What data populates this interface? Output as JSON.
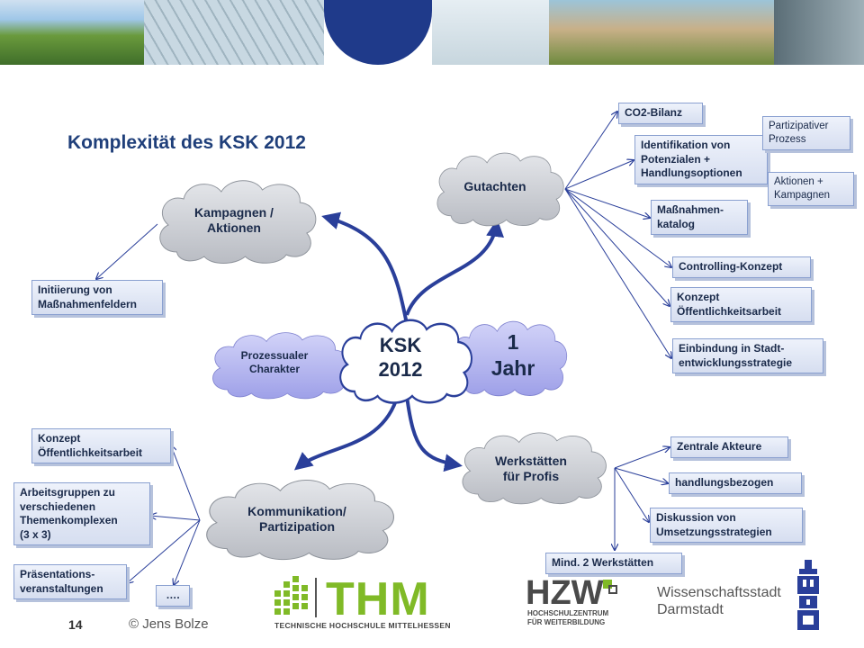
{
  "title": "Komplexität des KSK 2012",
  "center": {
    "main": "KSK\n2012",
    "side": "1\nJahr",
    "left": "Prozessualer\nCharakter"
  },
  "branches": {
    "kampagnen": "Kampagnen /\nAktionen",
    "gutachten": "Gutachten",
    "werkstaetten": "Werkstätten\nfür Profis",
    "kommunikation": "Kommunikation/\nPartizipation"
  },
  "kampagnen_items": [
    "Initiierung von\nMaßnahmenfeldern"
  ],
  "gutachten_items": [
    "CO2-Bilanz",
    "Identifikation von\nPotenzialen +\nHandlungsoptionen",
    "Maßnahmen-\nkatalog",
    "Controlling-Konzept",
    "Konzept\nÖffentlichkeitsarbeit",
    "Einbindung in Stadt-\nentwicklungsstrategie"
  ],
  "gutachten_notes": [
    "Partizipativer\nProzess",
    "Aktionen +\nKampagnen"
  ],
  "werkstaetten_items": [
    "Zentrale Akteure",
    "handlungsbezogen",
    "Diskussion von\nUmsetzungsstrategien",
    "Mind. 2 Werkstätten"
  ],
  "kommunikation_items": [
    "Konzept\nÖffentlichkeitsarbeit",
    "Arbeitsgruppen zu\nverschiedenen\nThemenkomplexen\n(3 x 3)",
    "Präsentations-\nveranstaltungen",
    "…."
  ],
  "footer": {
    "page": "14",
    "author": "© Jens Bolze"
  },
  "logos": {
    "thm": "THM",
    "thm_sub": "TECHNISCHE HOCHSCHULE MITTELHESSEN",
    "hzw": "HZW",
    "hzw_sub": "HOCHSCHULZENTRUM\nFÜR WEITERBILDUNG",
    "darmstadt": "Wissenschaftsstadt\nDarmstadt"
  },
  "colors": {
    "title": "#1f3f7a",
    "cloud_gray": "#cfd2d8",
    "cloud_blue": "#b7b9f0",
    "arrow": "#2a3f9a",
    "thm_green": "#80ba27"
  }
}
